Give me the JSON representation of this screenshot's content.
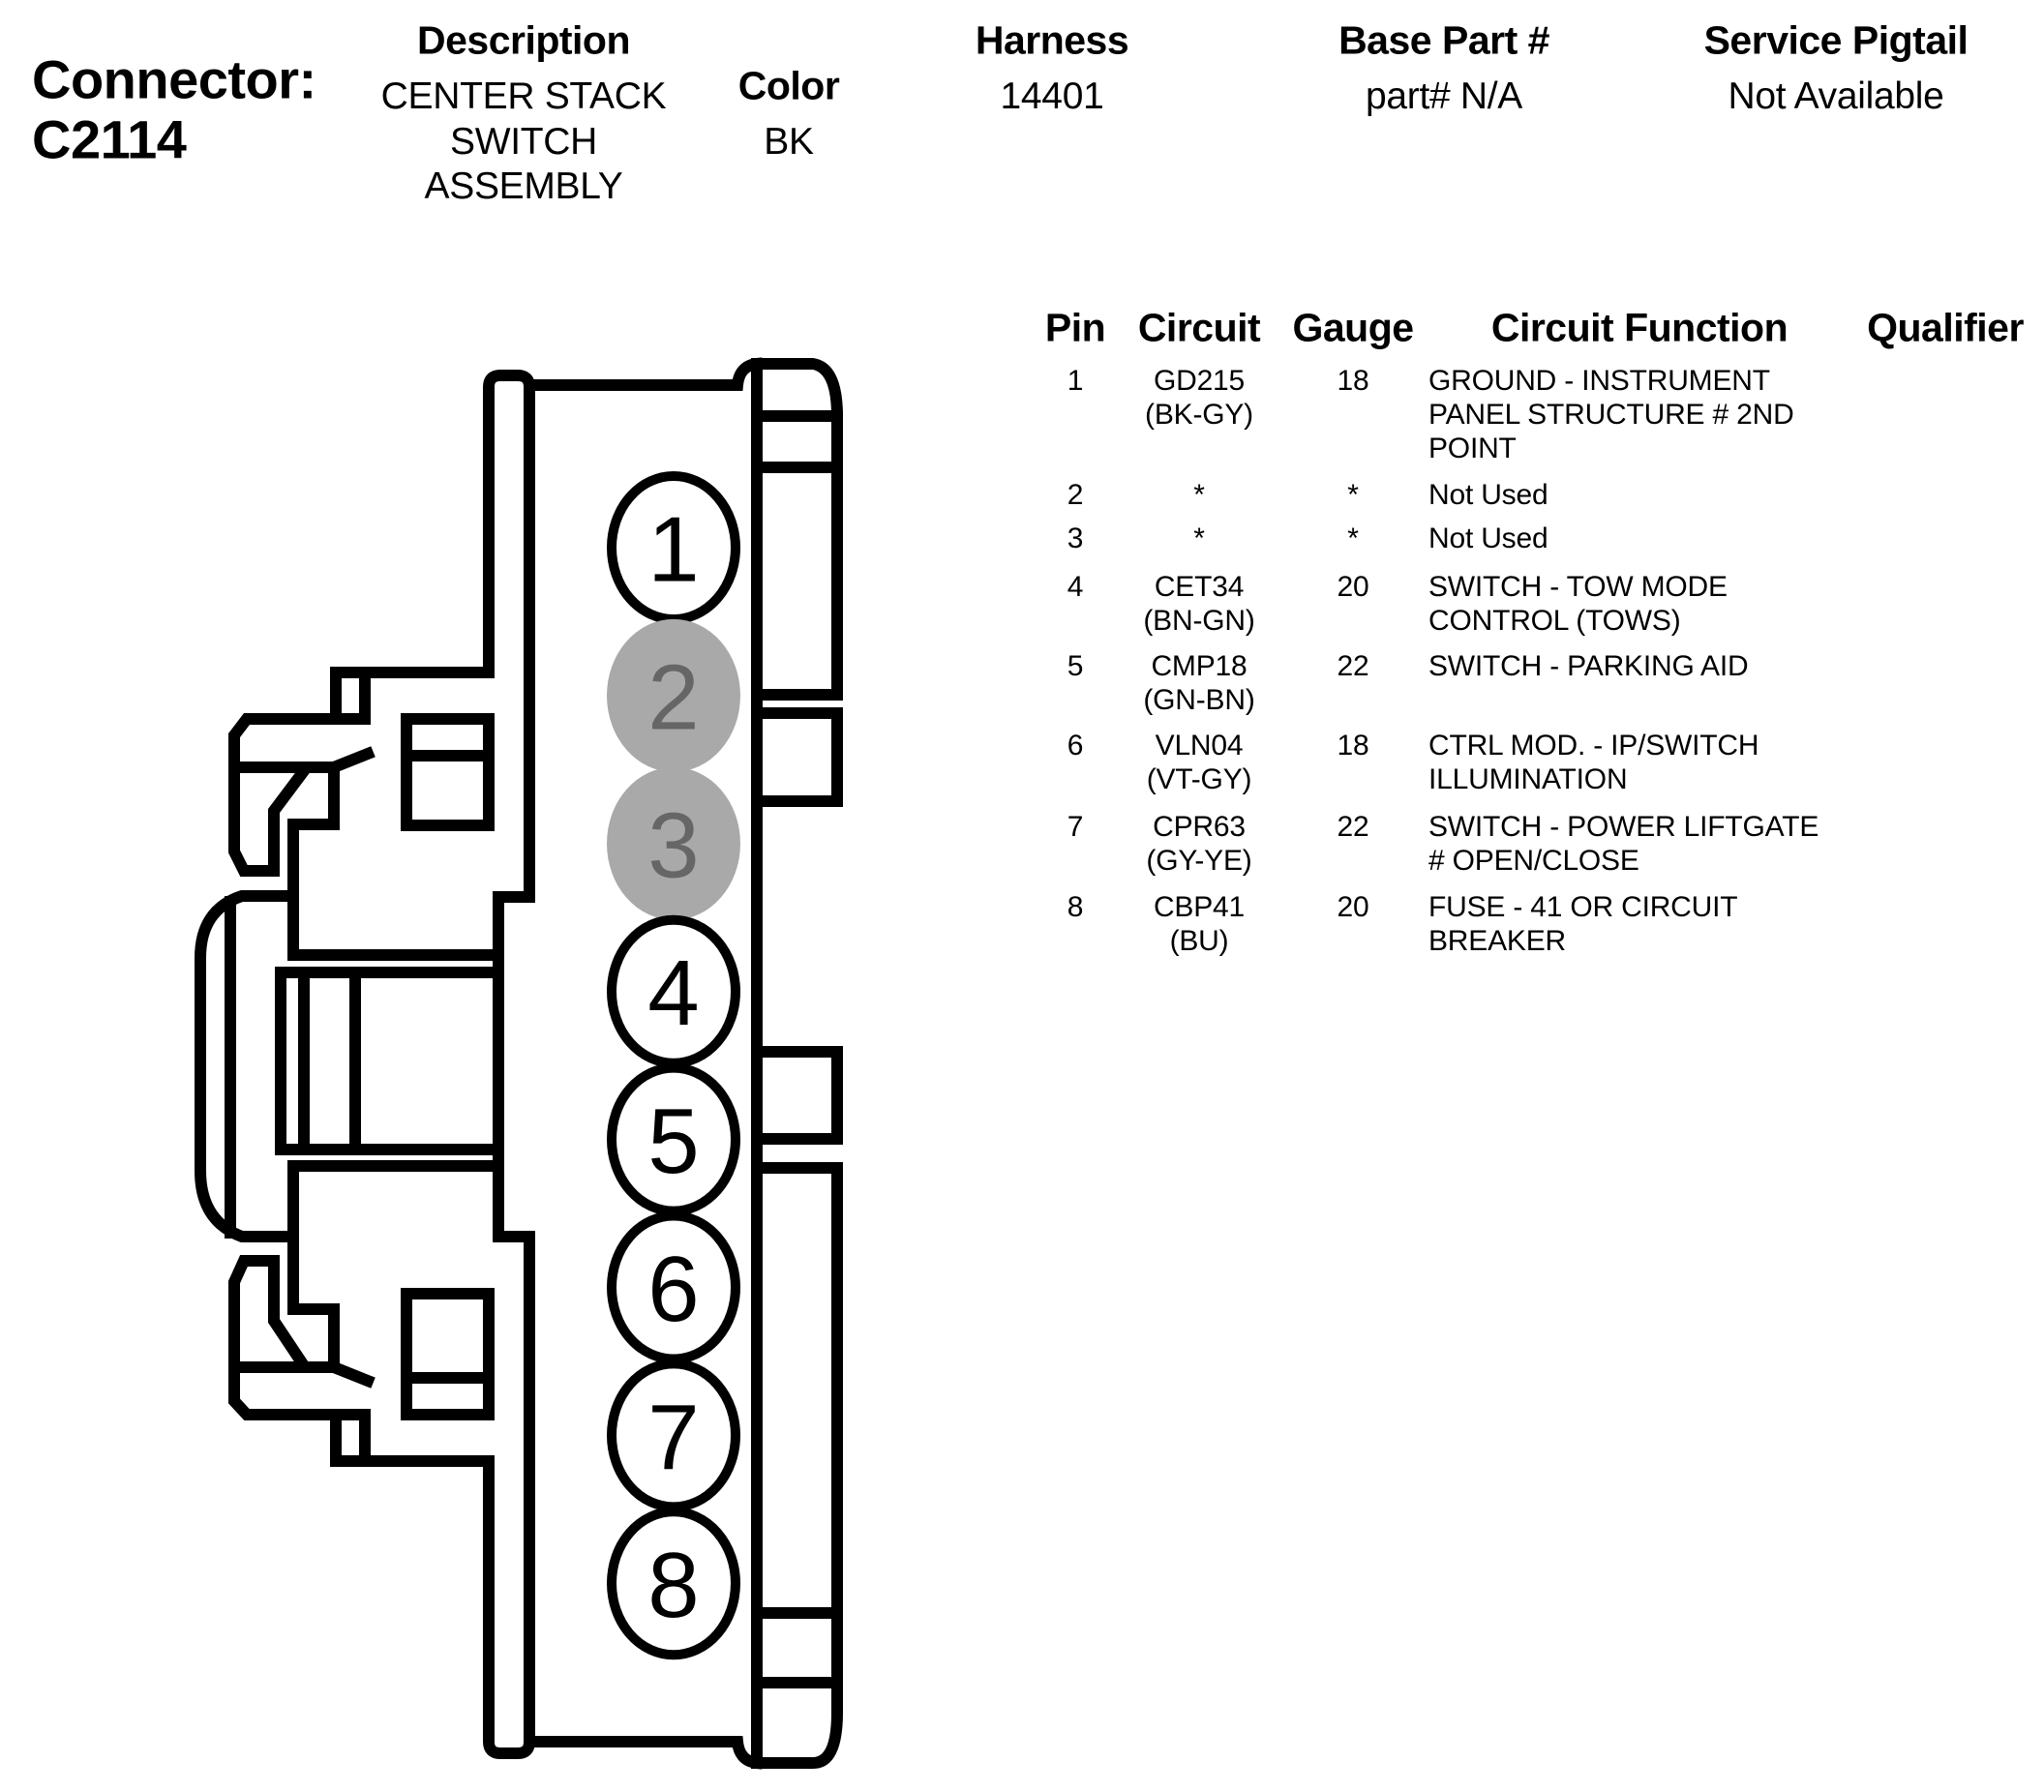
{
  "connector": {
    "label": "Connector:",
    "id": "C2114"
  },
  "header": {
    "description": {
      "label": "Description",
      "lines": [
        "CENTER STACK",
        "SWITCH",
        "ASSEMBLY"
      ]
    },
    "color": {
      "label": "Color",
      "value": "BK"
    },
    "harness": {
      "label": "Harness",
      "value": "14401"
    },
    "base_part": {
      "label": "Base Part #",
      "value": "part# N/A"
    },
    "service_pigtail": {
      "label": "Service Pigtail",
      "value": "Not Available"
    }
  },
  "table": {
    "columns": [
      "Pin",
      "Circuit",
      "Gauge",
      "Circuit Function",
      "Qualifier"
    ],
    "rows": [
      {
        "pin": "1",
        "circuit": "GD215",
        "wire_color": "(BK-GY)",
        "gauge": "18",
        "function": [
          "GROUND - INSTRUMENT",
          "PANEL STRUCTURE # 2ND",
          "POINT"
        ],
        "qualifier": ""
      },
      {
        "pin": "2",
        "circuit": "*",
        "wire_color": "",
        "gauge": "*",
        "function": [
          "Not Used"
        ],
        "qualifier": ""
      },
      {
        "pin": "3",
        "circuit": "*",
        "wire_color": "",
        "gauge": "*",
        "function": [
          "Not Used"
        ],
        "qualifier": ""
      },
      {
        "pin": "4",
        "circuit": "CET34",
        "wire_color": "(BN-GN)",
        "gauge": "20",
        "function": [
          "SWITCH - TOW MODE",
          "CONTROL (TOWS)"
        ],
        "qualifier": ""
      },
      {
        "pin": "5",
        "circuit": "CMP18",
        "wire_color": "(GN-BN)",
        "gauge": "22",
        "function": [
          "SWITCH - PARKING AID"
        ],
        "qualifier": ""
      },
      {
        "pin": "6",
        "circuit": "VLN04",
        "wire_color": "(VT-GY)",
        "gauge": "18",
        "function": [
          "CTRL MOD. - IP/SWITCH",
          "ILLUMINATION"
        ],
        "qualifier": ""
      },
      {
        "pin": "7",
        "circuit": "CPR63",
        "wire_color": "(GY-YE)",
        "gauge": "22",
        "function": [
          "SWITCH - POWER LIFTGATE",
          "# OPEN/CLOSE"
        ],
        "qualifier": ""
      },
      {
        "pin": "8",
        "circuit": "CBP41",
        "wire_color": "(BU)",
        "gauge": "20",
        "function": [
          "FUSE - 41 OR CIRCUIT",
          "BREAKER"
        ],
        "qualifier": ""
      }
    ]
  },
  "diagram": {
    "pins": [
      {
        "number": "1",
        "used": true
      },
      {
        "number": "2",
        "used": false
      },
      {
        "number": "3",
        "used": false
      },
      {
        "number": "4",
        "used": true
      },
      {
        "number": "5",
        "used": true
      },
      {
        "number": "6",
        "used": true
      },
      {
        "number": "7",
        "used": true
      },
      {
        "number": "8",
        "used": true
      }
    ],
    "colors": {
      "outline": "#000000",
      "unused_fill": "#a9a9a9",
      "unused_text": "#666666",
      "used_fill": "#ffffff",
      "used_text": "#000000"
    }
  }
}
